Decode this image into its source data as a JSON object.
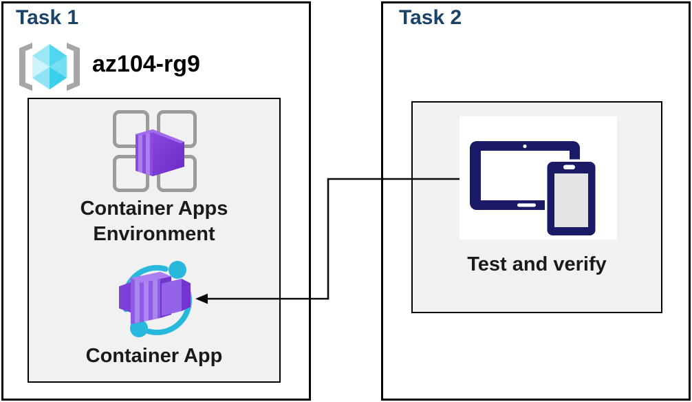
{
  "task1": {
    "title": "Task 1",
    "resource_group": {
      "name": "az104-rg9",
      "icon": "resource-group-icon"
    },
    "environment": {
      "label_line1": "Container Apps",
      "label_line2": "Environment",
      "icon": "container-apps-environment-icon"
    },
    "app": {
      "label": "Container App",
      "icon": "container-app-icon"
    }
  },
  "task2": {
    "title": "Task 2",
    "verify": {
      "label": "Test and verify",
      "icon": "tablet-phone-devices-icon"
    }
  },
  "connector": {
    "description": "elbow arrow from devices icon in Task 2 to Container App icon in Task 1",
    "arrow_direction": "left"
  },
  "colors": {
    "task_title": "#1B4368",
    "label_text": "#1A1A1A",
    "panel_border": "#000000",
    "inner_box_bg": "#F1F1F1",
    "container_purple": "#7B38D6",
    "container_purple_light": "#A888F0",
    "orbit_cyan": "#29B8DD",
    "cube_cyan": "#55D8F0",
    "bracket_gray": "#A6A6A6",
    "tile_gray": "#9B9B9B",
    "device_navy": "#1A1A66",
    "phone_screen_gray": "#E4E4E4"
  }
}
